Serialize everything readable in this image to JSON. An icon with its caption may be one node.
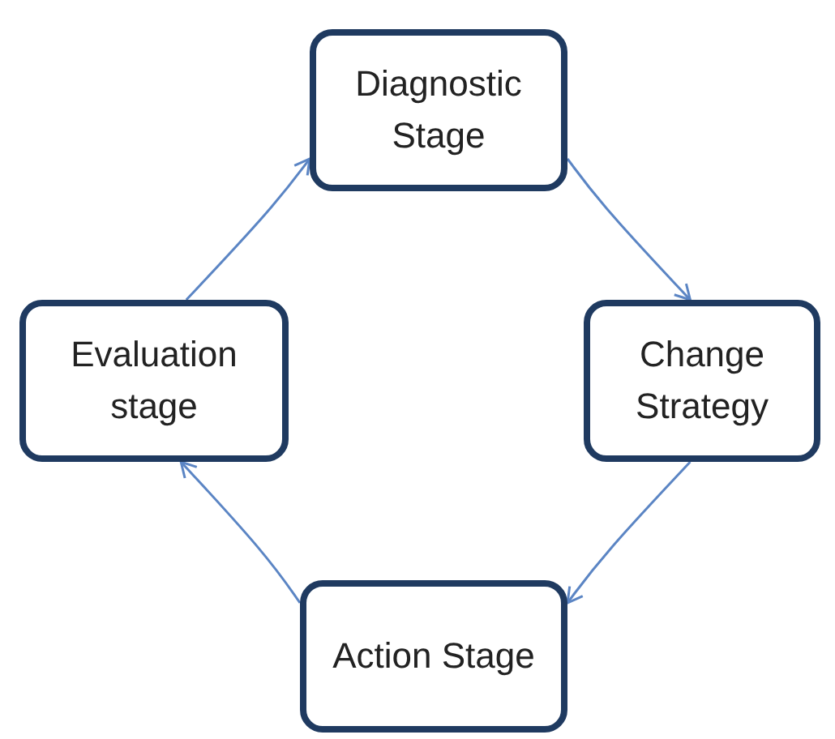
{
  "diagram": {
    "nodes": [
      {
        "text": [
          "Diagnostic Stage"
        ]
      },
      {
        "text": [
          "Change Strategy"
        ]
      },
      {
        "text": [
          "Action Stage"
        ]
      },
      {
        "text": [
          "Evaluation stage"
        ]
      }
    ],
    "edges": [
      {
        "from": 0,
        "to": 1,
        "arrow": "to"
      },
      {
        "from": 1,
        "to": 2,
        "arrow": "to"
      },
      {
        "from": 2,
        "to": 3,
        "arrow": "to"
      },
      {
        "from": 3,
        "to": 0,
        "arrow": "to"
      }
    ]
  }
}
